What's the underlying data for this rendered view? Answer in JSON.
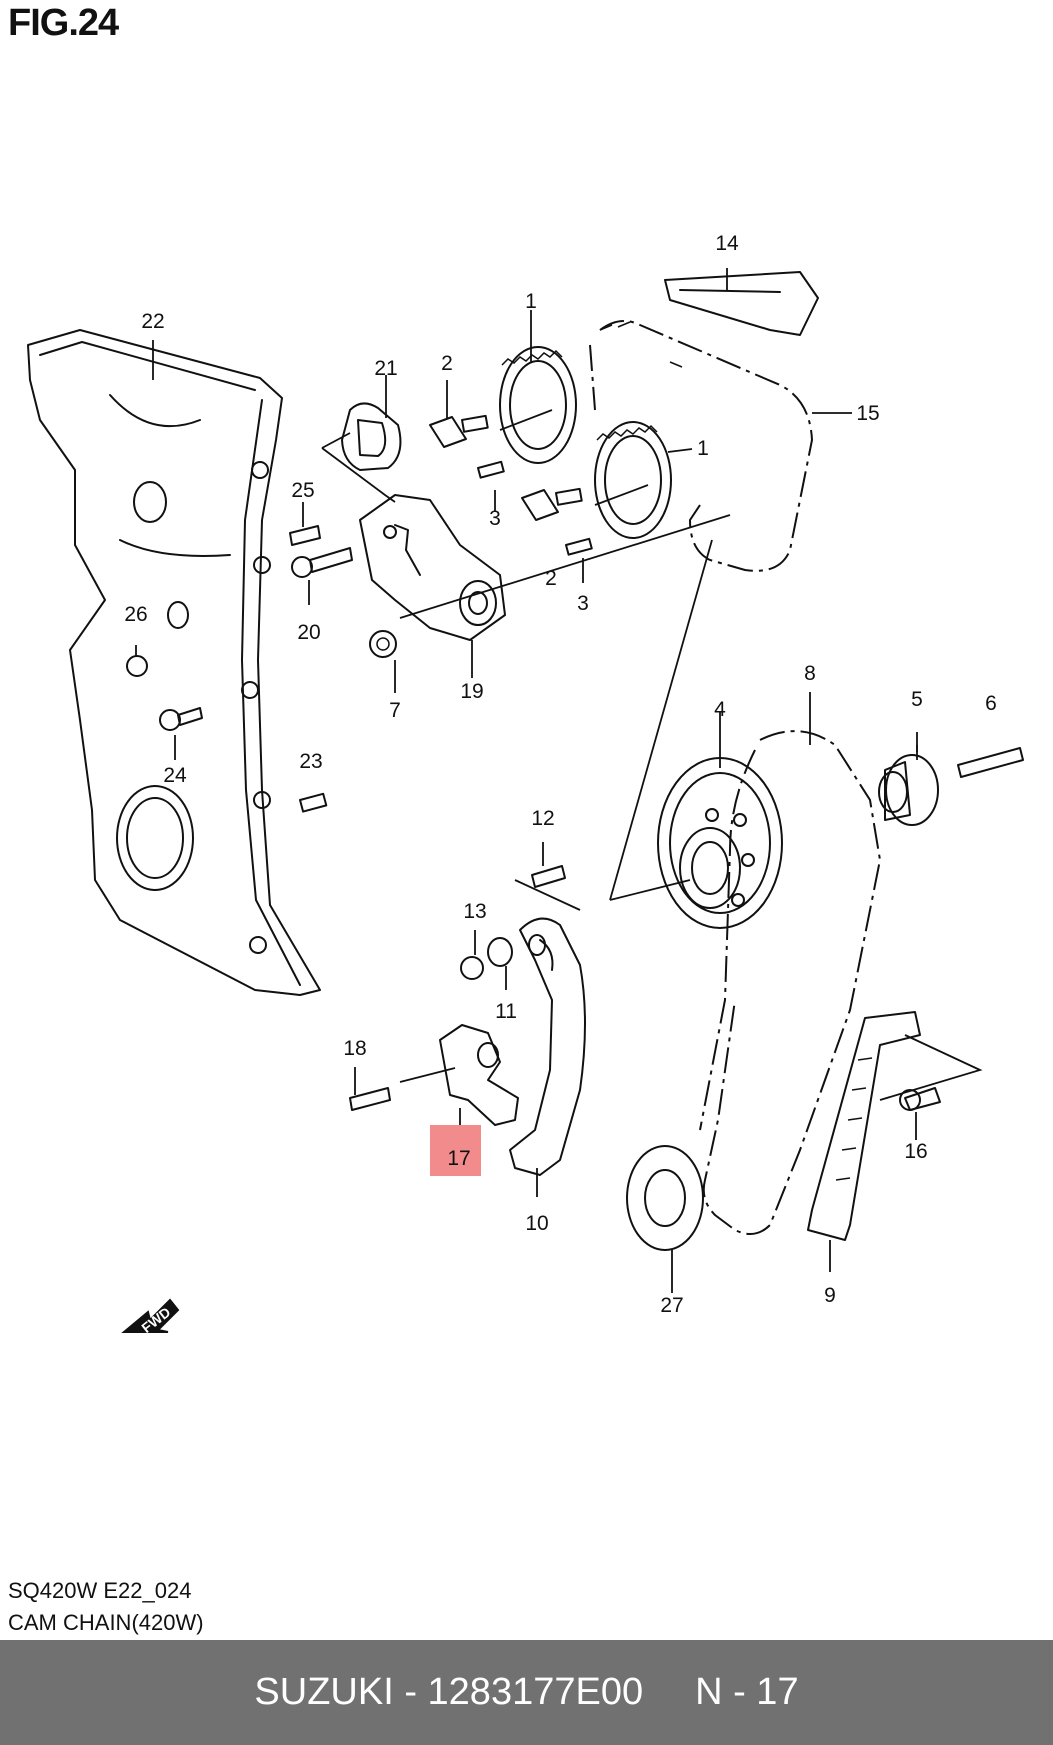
{
  "figure": {
    "title": "FIG.24"
  },
  "diagram": {
    "callouts": [
      "1",
      "1",
      "2",
      "2",
      "3",
      "3",
      "4",
      "5",
      "6",
      "7",
      "8",
      "9",
      "10",
      "11",
      "12",
      "13",
      "14",
      "15",
      "16",
      "17",
      "18",
      "19",
      "20",
      "21",
      "22",
      "23",
      "24",
      "25",
      "26",
      "27"
    ],
    "highlighted_callout": "17",
    "fwd_label": "FWD"
  },
  "caption": {
    "code": "SQ420W E22_024",
    "name": "CAM CHAIN(420W)"
  },
  "footer": {
    "part": "SUZUKI - 1283177E00",
    "position": "N - 17"
  }
}
